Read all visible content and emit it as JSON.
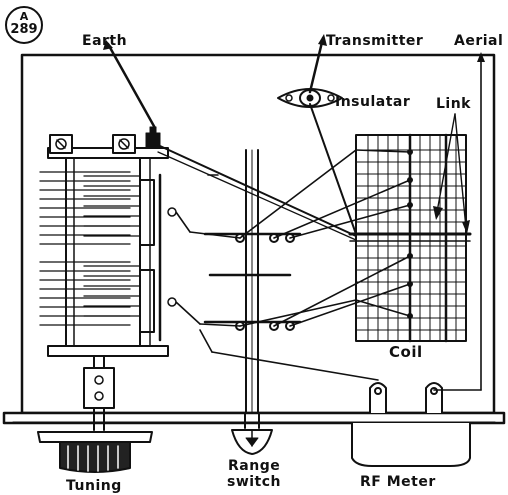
{
  "badge": {
    "line1": "A",
    "line2": "289"
  },
  "labels": {
    "earth": "Earth",
    "transmitter": "Transmitter",
    "aerial": "Aerial",
    "insulator": "Insulatar",
    "link": "Link",
    "coil": "Coil",
    "tuning": "Tuning",
    "range_line1": "Range",
    "range_line2": "switch",
    "rf_meter": "RF Meter"
  }
}
